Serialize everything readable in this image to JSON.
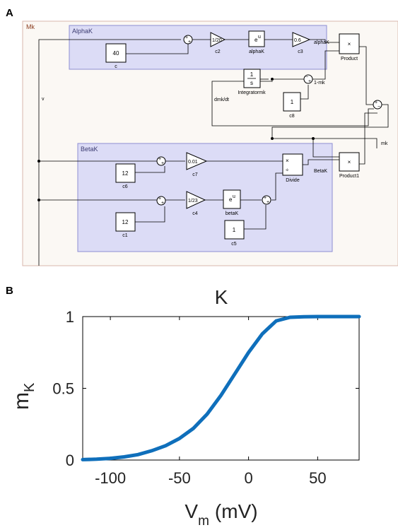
{
  "panel_a": {
    "label": "A",
    "model_name": "Mk",
    "alpha_group": "AlphaK",
    "beta_group": "BetaK",
    "blocks": {
      "c": {
        "value": "40",
        "name": "c"
      },
      "c2": {
        "value": "1/20",
        "name": "c2"
      },
      "alphaK": {
        "value": "e",
        "sup": "u",
        "name": "alphaK"
      },
      "c3": {
        "value": "0.6",
        "name": "c3"
      },
      "product": {
        "name": "Product",
        "symbol": "×"
      },
      "integrator": {
        "num": "1",
        "den": "s",
        "name": "Integratormk"
      },
      "c8": {
        "value": "1",
        "name": "c8"
      },
      "c7": {
        "value": "0.01",
        "name": "c7"
      },
      "c6": {
        "value": "12",
        "name": "c6"
      },
      "c1": {
        "value": "12",
        "name": "c1"
      },
      "c4": {
        "value": "1/23",
        "name": "c4"
      },
      "betaK": {
        "value": "e",
        "sup": "u",
        "name": "betaK"
      },
      "c5": {
        "value": "1",
        "name": "c5"
      },
      "divide": {
        "name": "Divide",
        "symbol": "×",
        "symbol2": "÷"
      },
      "product1": {
        "name": "Product1",
        "symbol": "×"
      }
    },
    "signals": {
      "alphaK": "alphaK",
      "one_minus_mk": "1-mk",
      "dmk_dt": "dmk/dt",
      "v": "v",
      "mk": "mk",
      "betaK": "BetaK"
    },
    "sum_signs": {
      "plus": "+",
      "minus": "−"
    },
    "colors": {
      "group_fill": "#dcdcf6",
      "group_border": "#8e8ed2",
      "model_border": "#d9b7ad",
      "model_bg": "#fbf8f4",
      "model_label": "#8b3d20"
    }
  },
  "panel_b": {
    "label": "B",
    "chart_data": {
      "type": "line",
      "title": "K",
      "xlabel": "V",
      "xlabel_sub": "m",
      "xlabel_unit": "(mV)",
      "ylabel": "m",
      "ylabel_sub": "K",
      "xlim": [
        -120,
        80
      ],
      "ylim": [
        0,
        1
      ],
      "xticks": [
        -100,
        -50,
        0,
        50
      ],
      "xtick_labels": [
        "-100",
        "-50",
        "0",
        "50"
      ],
      "yticks": [
        0,
        0.5,
        1
      ],
      "ytick_labels": [
        "0",
        "0.5",
        "1"
      ],
      "series": [
        {
          "color": "#0f6fbb",
          "x": [
            -120,
            -110,
            -100,
            -90,
            -80,
            -70,
            -60,
            -50,
            -40,
            -30,
            -20,
            -10,
            0,
            10,
            20,
            30,
            40,
            50,
            60,
            70,
            80
          ],
          "y": [
            0.003,
            0.006,
            0.012,
            0.022,
            0.038,
            0.065,
            0.1,
            0.15,
            0.22,
            0.32,
            0.45,
            0.6,
            0.75,
            0.88,
            0.97,
            0.995,
            0.999,
            1.0,
            1.0,
            1.0,
            1.0
          ]
        }
      ],
      "grid": false,
      "legend": "none"
    }
  }
}
